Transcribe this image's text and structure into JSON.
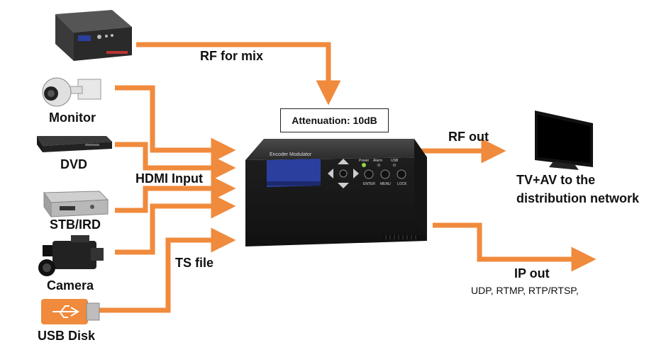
{
  "labels": {
    "rf_for_mix": "RF for mix",
    "attenuation": "Attenuation: 10dB",
    "monitor": "Monitor",
    "dvd": "DVD",
    "hdmi_input": "HDMI Input",
    "stb_ird": "STB/IRD",
    "camera": "Camera",
    "ts_file": "TS file",
    "usb_disk": "USB Disk",
    "rf_out": "RF out",
    "tv_av_line1": "TV+AV to the",
    "tv_av_line2": "distribution network",
    "ip_out": "IP out",
    "ip_protocols": "UDP, RTMP, RTP/RTSP,"
  },
  "device_panel": {
    "title": "Encoder Modulator",
    "power": "Power",
    "alarm": "Alarm",
    "usb": "USB",
    "enter": "ENTER",
    "menu": "MENU",
    "lock": "LOCK"
  },
  "colors": {
    "arrow": "#f08a3c",
    "device": "#2a2a2a",
    "lcd": "#2b3f9e"
  }
}
